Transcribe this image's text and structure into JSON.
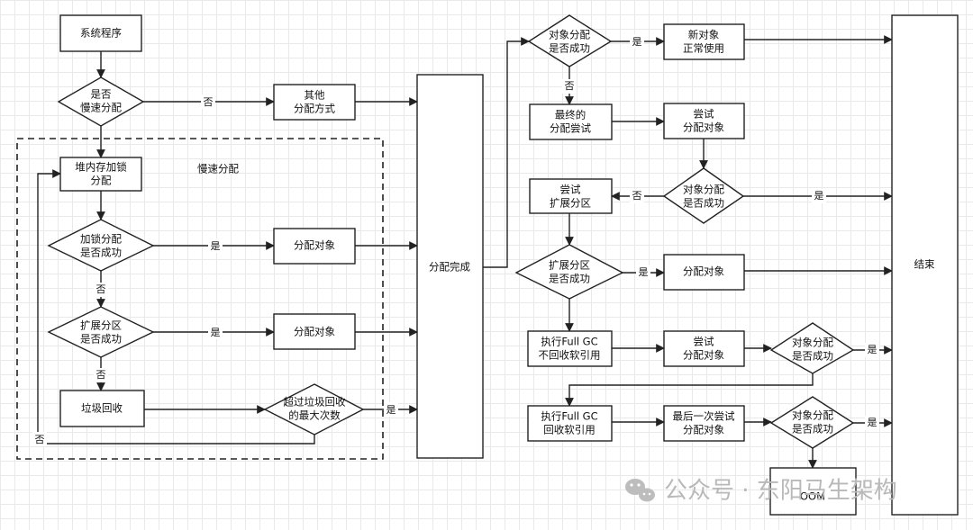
{
  "nodes": {
    "system_program": "系统程序",
    "is_slow_alloc": [
      "是否",
      "慢速分配"
    ],
    "other_alloc": [
      "其他",
      "分配方式"
    ],
    "slow_alloc_label": "慢速分配",
    "heap_lock_alloc": [
      "堆内存加锁",
      "分配"
    ],
    "lock_alloc_success": [
      "加锁分配",
      "是否成功"
    ],
    "alloc_object_1": "分配对象",
    "expand_success_left": [
      "扩展分区",
      "是否成功"
    ],
    "alloc_object_2": "分配对象",
    "gc": "垃圾回收",
    "exceed_max_gc": [
      "超过垃圾回收",
      "的最大次数"
    ],
    "alloc_done": "分配完成",
    "obj_alloc_success_1": [
      "对象分配",
      "是否成功"
    ],
    "new_obj_use": [
      "新对象",
      "正常使用"
    ],
    "final_alloc_try": [
      "最终的",
      "分配尝试"
    ],
    "try_alloc_1": [
      "尝试",
      "分配对象"
    ],
    "obj_alloc_success_2": [
      "对象分配",
      "是否成功"
    ],
    "try_expand": [
      "尝试",
      "扩展分区"
    ],
    "expand_success_right": [
      "扩展分区",
      "是否成功"
    ],
    "alloc_object_3": "分配对象",
    "full_gc_no_soft": [
      "执行Full GC",
      "不回收软引用"
    ],
    "try_alloc_2": [
      "尝试",
      "分配对象"
    ],
    "obj_alloc_success_3": [
      "对象分配",
      "是否成功"
    ],
    "full_gc_soft": [
      "执行Full GC",
      "回收软引用"
    ],
    "last_try_alloc": [
      "最后一次尝试",
      "分配对象"
    ],
    "obj_alloc_success_4": [
      "对象分配",
      "是否成功"
    ],
    "oom": "OOM",
    "end": "结束"
  },
  "edge_labels": {
    "yes": "是",
    "no": "否"
  },
  "watermark": "公众号 · 东阳马生架构"
}
